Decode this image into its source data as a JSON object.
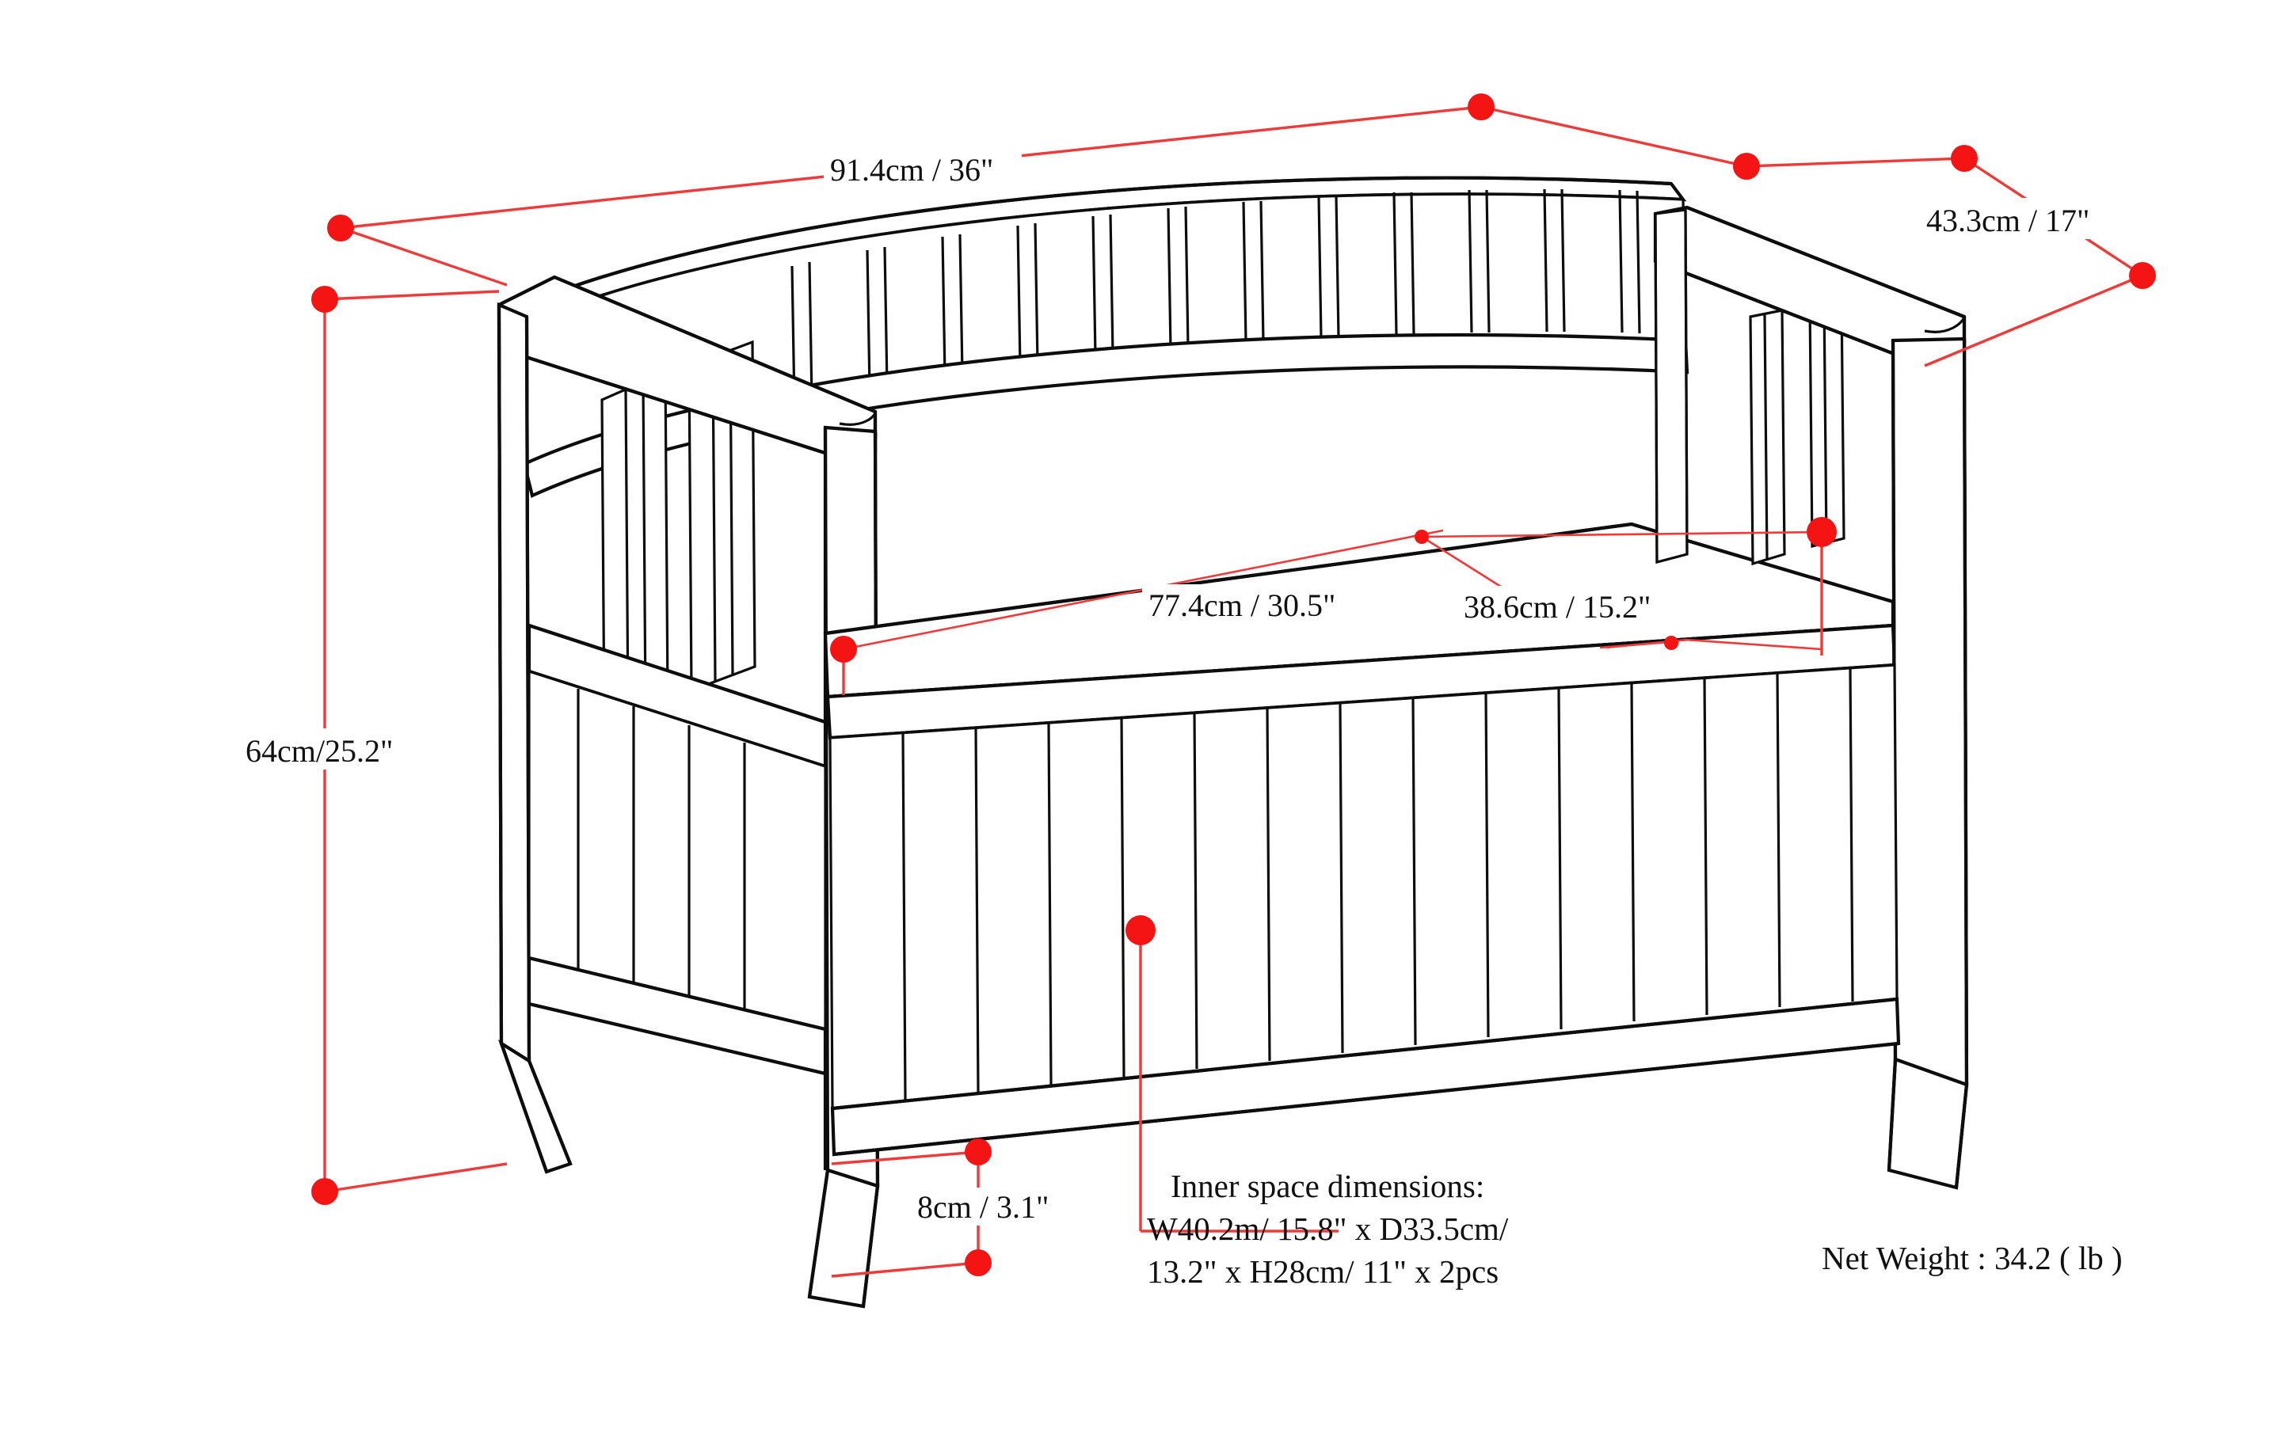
{
  "drawing": {
    "subject": "storage-bench-dimension-drawing",
    "line_color": "#0d0d0d",
    "dimension_color": "#ef3a3a",
    "background": "#ffffff"
  },
  "dimensions": {
    "overall_width": "91.4cm / 36\"",
    "overall_depth": "43.3cm / 17\"",
    "overall_height": "64cm/25.2\"",
    "seat_width": "77.4cm / 30.5\"",
    "seat_depth": "38.6cm / 15.2\"",
    "leg_clearance": "8cm / 3.1\""
  },
  "notes": {
    "inner_space_line1": "Inner space dimensions:",
    "inner_space_line2": "W40.2m/ 15.8\" x D33.5cm/",
    "inner_space_line3": "13.2\" x H28cm/ 11\" x 2pcs",
    "net_weight": "Net Weight : 34.2 ( lb )"
  }
}
